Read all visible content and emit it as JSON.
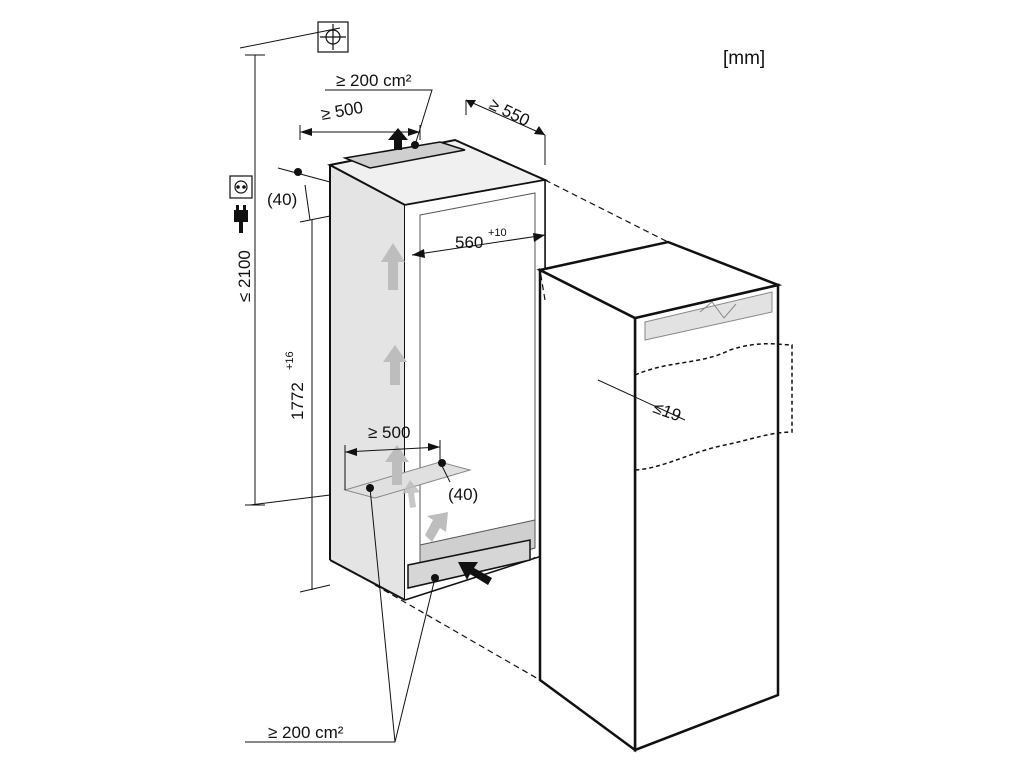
{
  "unit_label": "[mm]",
  "dimensions": {
    "top_vent_area": "≥ 200 cm²",
    "top_vent_width": "≥ 500",
    "niche_depth": "≥ 550",
    "top_offset": "(40)",
    "niche_width": "560",
    "niche_width_tol": "+10",
    "total_height": "≤ 2100",
    "niche_height": "1772",
    "niche_height_tol": "+16",
    "bottom_vent_width": "≥ 500",
    "bottom_offset": "(40)",
    "door_gap": "≤19",
    "bottom_vent_area": "≥ 200 cm²"
  },
  "colors": {
    "line": "#111111",
    "niche_shade": "#d9d9d9",
    "airflow_arrow": "#bdbdbd"
  },
  "icons": [
    "socket-icon",
    "plug-icon",
    "wall-anchor-icon",
    "airflow-arrow-icon"
  ]
}
